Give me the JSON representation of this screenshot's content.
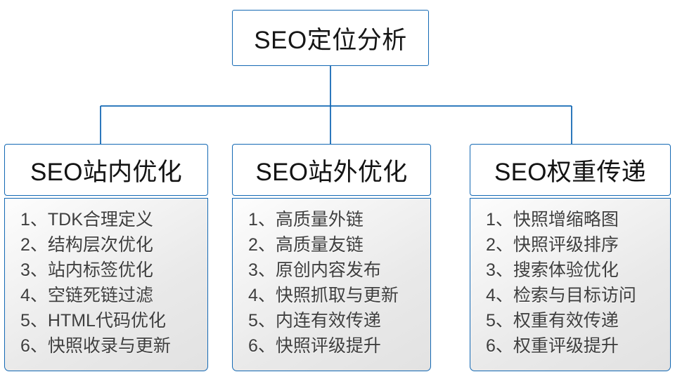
{
  "diagram": {
    "title": "SEO定位分析",
    "accent_color": "#1469b4",
    "root": {
      "label": "SEO定位分析"
    },
    "branches": [
      {
        "header": "SEO站内优化",
        "items": [
          "1、TDK合理定义",
          "2、结构层次优化",
          "3、站内标签优化",
          "4、空链死链过滤",
          "5、HTML代码优化",
          "6、快照收录与更新"
        ]
      },
      {
        "header": "SEO站外优化",
        "items": [
          "1、高质量外链",
          "2、高质量友链",
          "3、原创内容发布",
          "4、快照抓取与更新",
          "5、内连有效传递",
          "6、快照评级提升"
        ]
      },
      {
        "header": "SEO权重传递",
        "items": [
          "1、快照增缩略图",
          "2、快照评级排序",
          "3、搜索体验优化",
          "4、检索与目标访问",
          "5、权重有效传递",
          "6、权重评级提升"
        ]
      }
    ]
  }
}
